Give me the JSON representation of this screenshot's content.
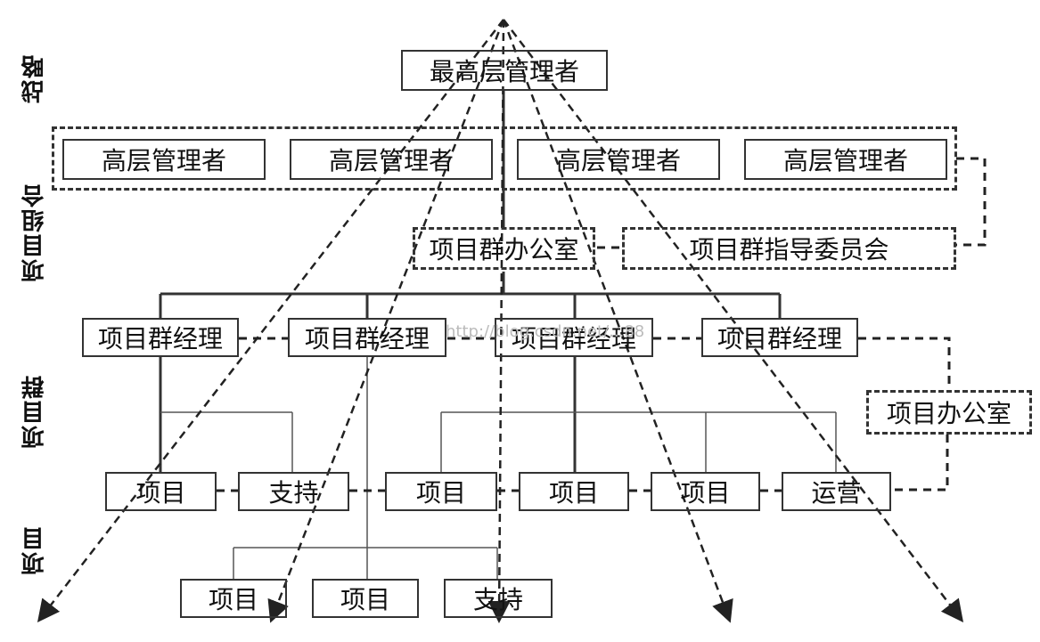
{
  "side_labels": {
    "strategy": "战略",
    "portfolio": "项目组合",
    "program": "项目群",
    "project": "项目"
  },
  "top": "最高层管理者",
  "senior": [
    "高层管理者",
    "高层管理者",
    "高层管理者",
    "高层管理者"
  ],
  "pmo_program": "项目群办公室",
  "steering": "项目群指导委员会",
  "program_managers": [
    "项目群经理",
    "项目群经理",
    "项目群经理",
    "项目群经理"
  ],
  "project_office": "项目办公室",
  "row4": [
    "项目",
    "支持",
    "项目",
    "项目",
    "项目",
    "运营"
  ],
  "row5": [
    "项目",
    "项目",
    "支持"
  ],
  "watermark": "http://blog.csdn.net/...88"
}
